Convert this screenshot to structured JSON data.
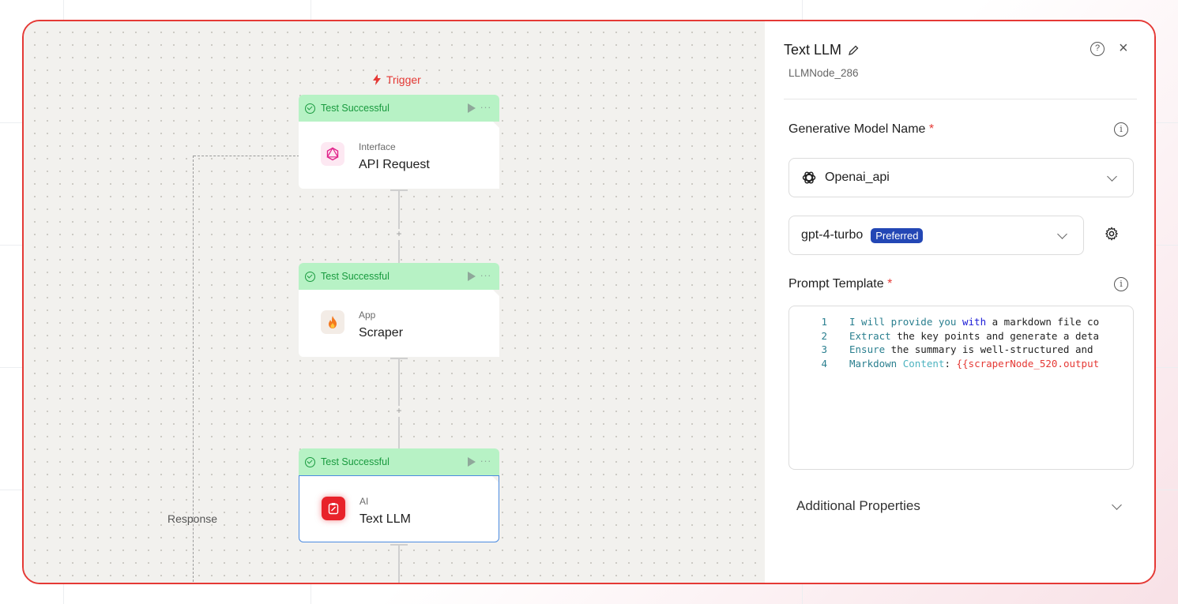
{
  "canvas": {
    "trigger_label": "Trigger",
    "response_label": "Response",
    "nodes": [
      {
        "status": "Test Successful",
        "kind": "Interface",
        "name": "API Request"
      },
      {
        "status": "Test Successful",
        "kind": "App",
        "name": "Scraper"
      },
      {
        "status": "Test Successful",
        "kind": "AI",
        "name": "Text LLM"
      }
    ]
  },
  "panel": {
    "title": "Text LLM",
    "subtitle": "LLMNode_286",
    "model_label": "Generative Model Name",
    "provider_value": "Openai_api",
    "model_value": "gpt-4-turbo",
    "model_badge": "Preferred",
    "prompt_label": "Prompt Template",
    "additional_label": "Additional Properties",
    "code_lines": [
      {
        "n": "1",
        "a": "I will provide you ",
        "b": "with",
        "c": " a markdown file co"
      },
      {
        "n": "2",
        "a": "Extract",
        "b": " the key points and generate a deta"
      },
      {
        "n": "3",
        "a": "Ensure",
        "b": " the summary is well-structured and "
      },
      {
        "n": "4",
        "a": "Markdown",
        "b": " Content",
        "c": ": ",
        "d": "{{scraperNode_520.output"
      }
    ]
  },
  "colors": {
    "accent_red": "#e53935",
    "success_green": "#189a3e",
    "badge_blue": "#2347b5"
  }
}
